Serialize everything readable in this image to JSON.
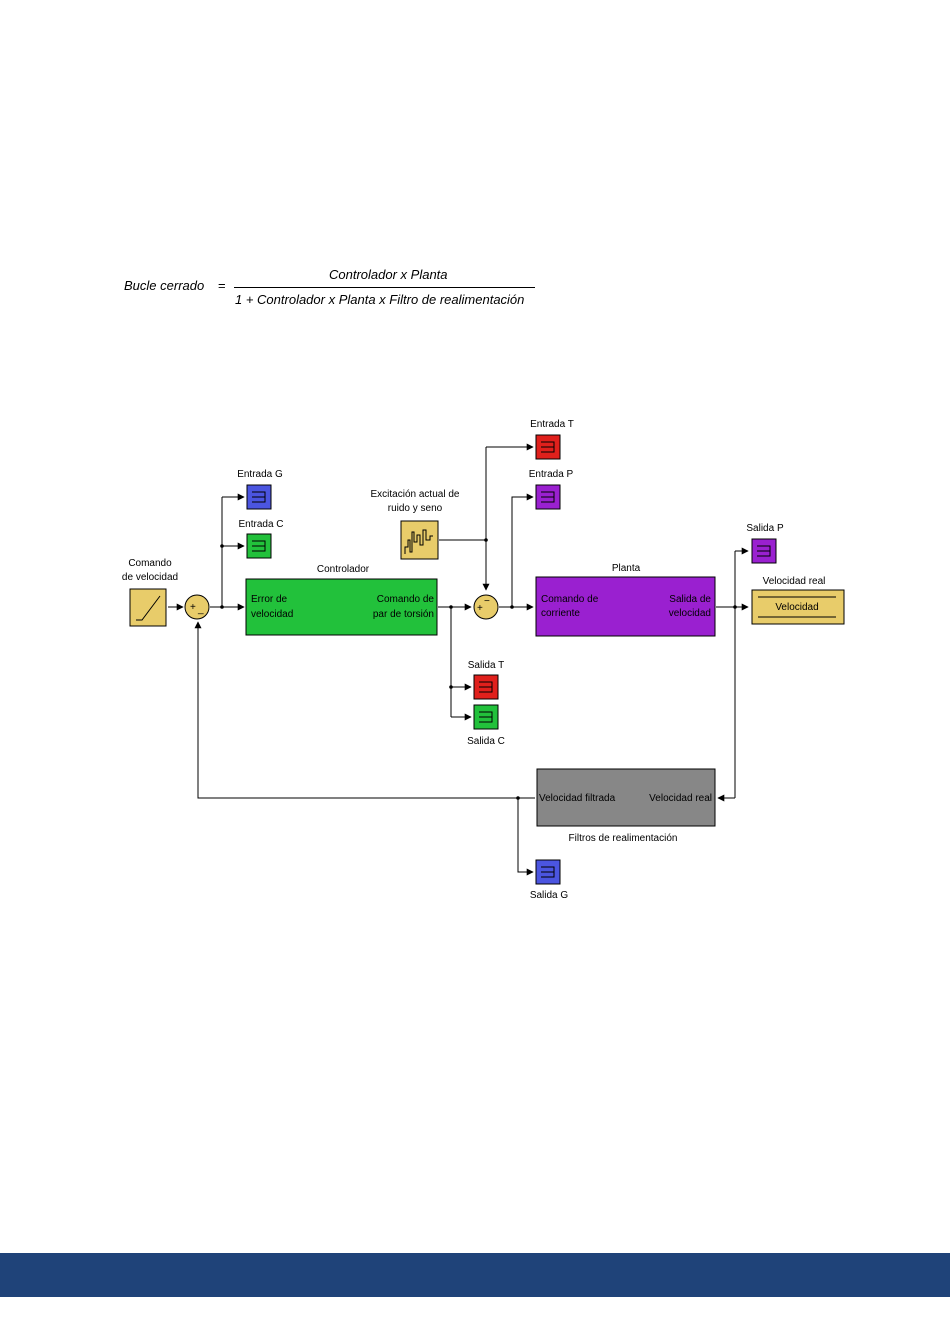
{
  "formula": {
    "lhs": "Bucle cerrado",
    "equals": "=",
    "numerator": "Controlador x Planta",
    "denominator": "1 + Controlador x Planta x Filtro de realimentación"
  },
  "diagram": {
    "ramp_label_1": "Comando",
    "ramp_label_2": "de velocidad",
    "sum1_plus": "+",
    "sum1_minus": "_",
    "sum2_plus": "+",
    "sum2_minus": "−",
    "controller_title": "Controlador",
    "controller_in_1": "Error de",
    "controller_in_2": "velocidad",
    "controller_out_1": "Comando de",
    "controller_out_2": "par de torsión",
    "plant_title": "Planta",
    "plant_in_1": "Comando de",
    "plant_in_2": "corriente",
    "plant_out_1": "Salida de",
    "plant_out_2": "velocidad",
    "noise_label_1": "Excitación actual de",
    "noise_label_2": "ruido y seno",
    "entrada_g": "Entrada G",
    "entrada_c": "Entrada C",
    "entrada_t": "Entrada T",
    "entrada_p": "Entrada P",
    "salida_t": "Salida T",
    "salida_c": "Salida C",
    "salida_p": "Salida P",
    "salida_g": "Salida G",
    "vel_real_title": "Velocidad real",
    "vel_display": "Velocidad",
    "filter_in": "Velocidad filtrada",
    "filter_out": "Velocidad real",
    "filter_title": "Filtros de realimentación"
  },
  "colors": {
    "blue": "#4b55e0",
    "green": "#22c13b",
    "red": "#e0201c",
    "purple": "#9a20d0",
    "yellow": "#e8cc6a",
    "gray": "#878787",
    "footer": "#1f4379"
  }
}
